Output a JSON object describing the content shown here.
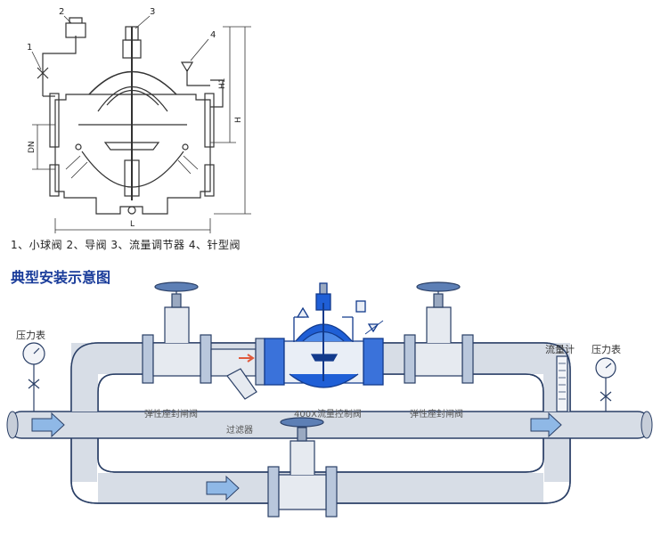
{
  "top_diagram": {
    "callouts": [
      "1",
      "2",
      "3",
      "4"
    ],
    "dims": {
      "h1": "H1",
      "h": "H",
      "dn": "DN",
      "l": "L"
    }
  },
  "legend": "1、小球阀  2、导阀  3、流量调节器  4、针型阀",
  "section_title": "典型安装示意图",
  "labels": {
    "pressure_gauge_left": "压力表",
    "gate_valve_left": "弹性座封闸阀",
    "strainer": "过滤器",
    "control_valve": "400X流量控制阀",
    "gate_valve_right": "弹性座封闸阀",
    "flow_meter": "流量计",
    "pressure_gauge_right": "压力表"
  },
  "colors": {
    "pipe_fill": "#d7dde6",
    "pipe_stroke": "#2a3f66",
    "valve_blue": "#1f5fd6",
    "valve_outline": "#123a8c",
    "arrow_fill": "#8fb8e6",
    "title_blue": "#1a3c9a"
  }
}
